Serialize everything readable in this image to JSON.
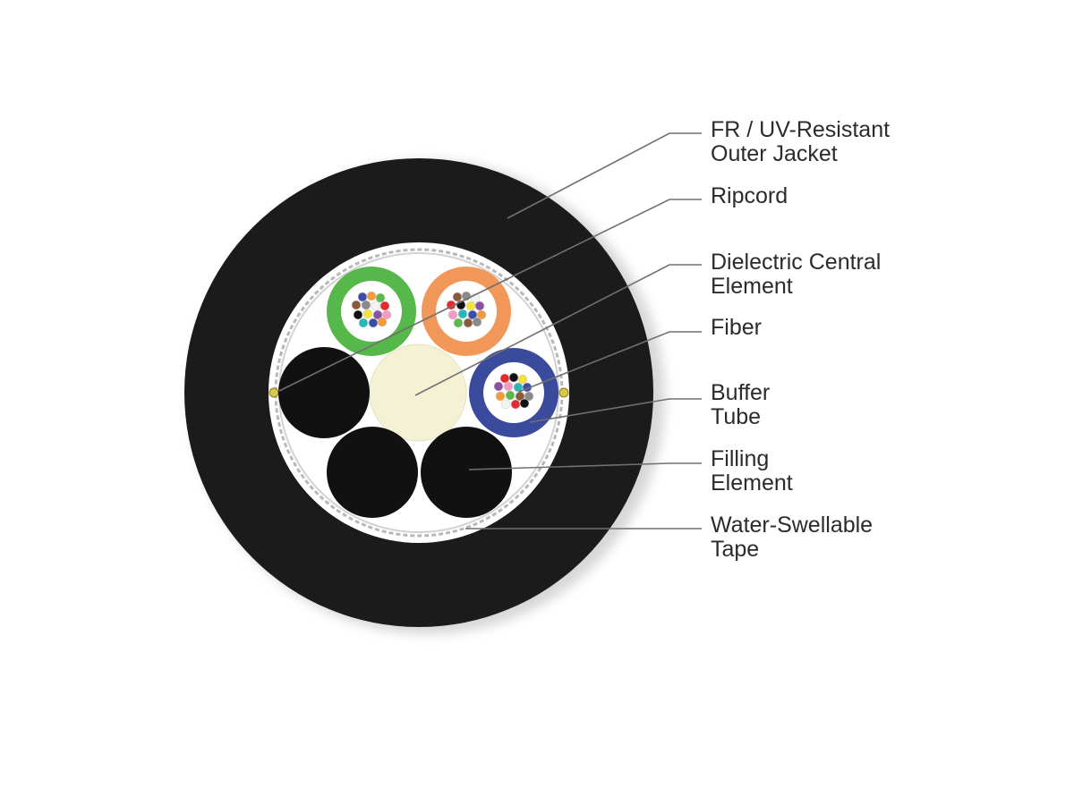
{
  "diagram": {
    "labels": [
      {
        "id": "jacket",
        "lines": [
          "FR / UV-Resistant",
          "Outer Jacket"
        ]
      },
      {
        "id": "ripcord",
        "lines": [
          "Ripcord"
        ]
      },
      {
        "id": "central",
        "lines": [
          "Dielectric Central",
          "Element"
        ]
      },
      {
        "id": "fiber",
        "lines": [
          "Fiber"
        ]
      },
      {
        "id": "buffer",
        "lines": [
          "Buffer",
          "Tube"
        ]
      },
      {
        "id": "filling",
        "lines": [
          "Filling",
          "Element"
        ]
      },
      {
        "id": "tape",
        "lines": [
          "Water-Swellable",
          "Tape"
        ]
      }
    ],
    "colors": {
      "jacket": "#1b1b1b",
      "central_element": "#f4f1d4",
      "filling_element": "#111111",
      "tape": "#b8b8b8",
      "ripcord": "#d8c84a",
      "leader_line": "#707070",
      "tube_green": "#56b84a",
      "tube_orange": "#f2975a",
      "tube_blue": "#3a4a9c"
    },
    "fiber_colors": [
      "#3a4ea8",
      "#f49a3a",
      "#5cb84a",
      "#8b5a3c",
      "#8a8a8a",
      "#f4f4f4",
      "#e8282c",
      "#111111",
      "#f4e43a",
      "#8b4fa3",
      "#f39bc2",
      "#2ab7b7"
    ]
  }
}
